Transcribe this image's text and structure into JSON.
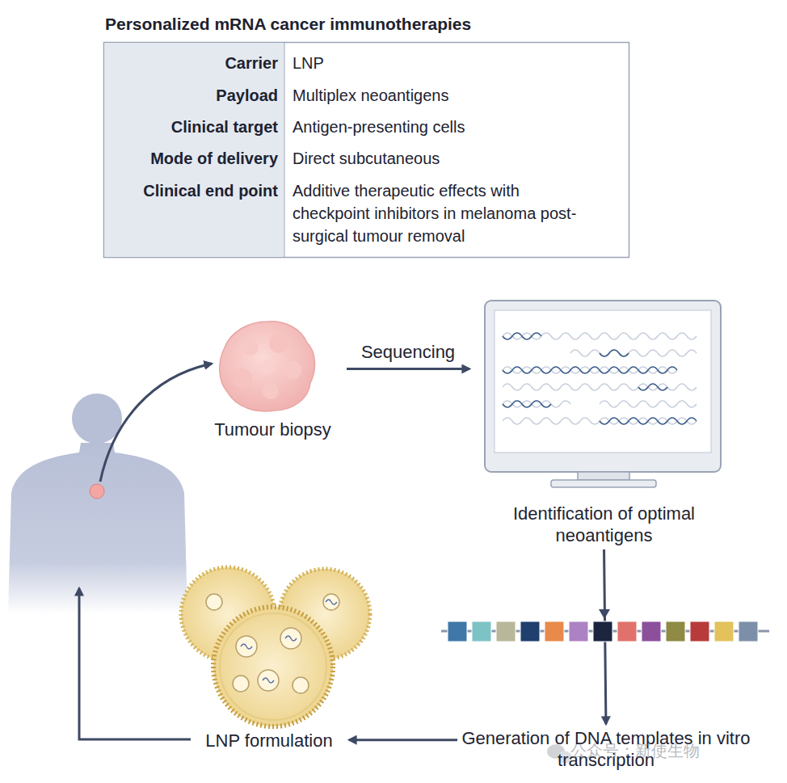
{
  "diagram": {
    "title": "Personalized mRNA cancer immunotherapies",
    "nodes": [
      {
        "text": [
          "Tumour biopsy"
        ]
      },
      {
        "text": [
          "Identification of optimal neoantigens"
        ]
      },
      {
        "text": [
          "Generation of DNA templates in vitro transcription"
        ]
      },
      {
        "text": [
          "LNP formulation"
        ]
      }
    ],
    "edges": [
      {
        "from": 0,
        "to": 1,
        "label": "Sequencing",
        "arrow": "to"
      },
      {
        "from": 1,
        "to": 2,
        "arrow": "to"
      },
      {
        "from": 2,
        "to": 3,
        "arrow": "to"
      }
    ],
    "labels": [
      "Carrier",
      "LNP",
      "Payload",
      "Multiplex neoantigens",
      "Clinical target",
      "Antigen-presenting cells",
      "Mode of delivery",
      "Direct subcutaneous",
      "Clinical end point",
      "Additive therapeutic effects with checkpoint inhibitors in melanoma post-surgical tumour removal",
      "公众号：新使生物"
    ]
  }
}
